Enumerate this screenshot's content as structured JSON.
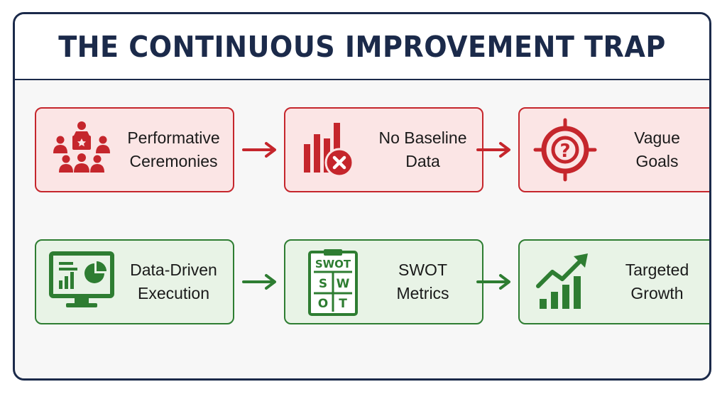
{
  "title": "THE CONTINUOUS IMPROVEMENT TRAP",
  "colors": {
    "red": "#c5262c",
    "green": "#2e7d32",
    "navy": "#1b2a4a"
  },
  "rows": [
    {
      "theme": "red",
      "steps": [
        {
          "icon": "audience-podium-icon",
          "line1": "Performative",
          "line2": "Ceremonies"
        },
        {
          "icon": "bar-chart-cross-icon",
          "line1": "No Baseline",
          "line2": "Data"
        },
        {
          "icon": "target-question-icon",
          "line1": "Vague",
          "line2": "Goals"
        }
      ]
    },
    {
      "theme": "green",
      "steps": [
        {
          "icon": "monitor-dashboard-icon",
          "line1": "Data-Driven",
          "line2": "Execution"
        },
        {
          "icon": "swot-clipboard-icon",
          "line1": "SWOT",
          "line2": "Metrics",
          "icon_text": {
            "header": "SWOT",
            "s": "S",
            "w": "W",
            "o": "O",
            "t": "T"
          }
        },
        {
          "icon": "growth-chart-icon",
          "line1": "Targeted",
          "line2": "Growth"
        }
      ]
    }
  ]
}
